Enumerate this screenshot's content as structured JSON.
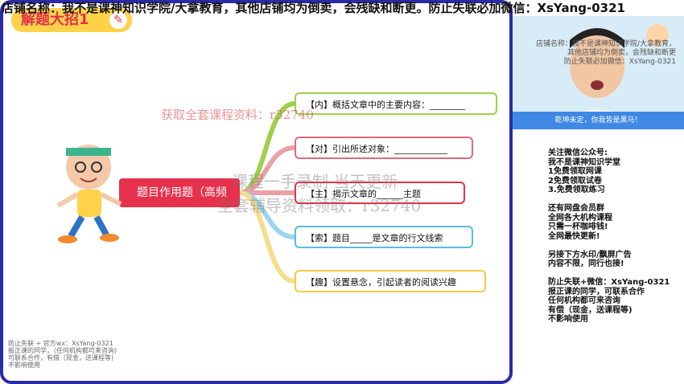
{
  "top_banner": "店铺名称：我不是课神知识学院/大拿教育，其他店铺均为倒卖，会残缺和断更。防止失联必加微信：XsYang-0321",
  "slide": {
    "badge": "解题大招1",
    "badge_icon": "✎",
    "central_node": "题目作用题（高频",
    "branches": [
      "【内】概括文章中的主要内容：________",
      "【对】引出所述对象：____________",
      "【主】揭示文章的______主题",
      "【索】题目_____是文章的行文线索",
      "【趣】设置悬念，引起读者的阅读兴趣"
    ],
    "watermarks": {
      "promo": "获取全套课程资料：r32740",
      "line1": "课程一手录制  当天更新",
      "line2": "全套辅导资料领取：r32740"
    },
    "notice": [
      "防止失联 + 官方wx：XsYang-0321",
      "报正课的同学，（任何机构都可来咨询)",
      "可联系合作，有偿（现金，送课程等)",
      "不影响使用"
    ]
  },
  "video": {
    "watermark": [
      "店铺名称：我不是课神知识学院/大拿教育，",
      "其他店铺均为倒卖，会残缺和断更",
      "防止失联必加微信：XsYang-0321"
    ],
    "caption": "乾坤未定，你我皆是黑马！"
  },
  "right_panel": {
    "lines": [
      "关注微信公众号:",
      "我不是课神知识学堂",
      "1免费领取网课",
      "2免费领取试卷",
      "3.免费领取练习",
      "",
      "还有网盘会员群",
      "全网各大机构课程",
      "只需一杯咖啡钱!",
      "全网最快更新!",
      "",
      "另接下方水印/飘屏广告",
      "内容不限，同行也接!",
      "",
      "防止失联+微信：XsYang-0321",
      "报正课的同学，可联系合作",
      "任何机构都可来咨询",
      "有偿（现金，送课程等)",
      "不影响使用"
    ]
  },
  "colors": {
    "frame": "#2d2aa7",
    "central": "#e6314c",
    "badge": "#ffd24a",
    "caption": "#3f88e6"
  }
}
